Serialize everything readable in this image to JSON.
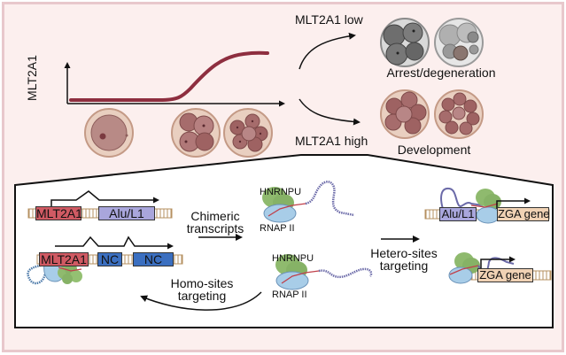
{
  "figure": {
    "domain": "graphical-abstract",
    "colors": {
      "frame_fill": "#fcefee",
      "frame_border": "#e8c8cc",
      "curve": "#8e2e3f",
      "mlt2a1_box": "#d05a63",
      "alu_l1_box": "#a9a6dc",
      "nc_box": "#3b6fc0",
      "zga_box": "#f0d2b4",
      "hnrnpu": "#8fba6e",
      "rnap2": "#a8cde8",
      "rna_strand": "#6b6aa8",
      "embryo_healthy": "#a86a6a",
      "embryo_arrested": "#7a7a7a"
    }
  },
  "top_panel": {
    "plot": {
      "ylabel": "MLT2A1",
      "trend": "low-then-sigmoid-rise"
    },
    "branch_low_label": "MLT2A1 low",
    "branch_high_label": "MLT2A1 high",
    "outcome_low_label": "Arrest/degeneration",
    "outcome_high_label": "Development",
    "stages": [
      "zygote",
      "4-cell",
      "8-cell"
    ]
  },
  "bottom_panel": {
    "construct1": {
      "genes": [
        "MLT2A1",
        "Alu/L1"
      ]
    },
    "construct2": {
      "genes": [
        "MLT2A1",
        "NC",
        "NC"
      ]
    },
    "chimeric_label_line1": "Chimeric",
    "chimeric_label_line2": "transcripts",
    "complex1": {
      "protein_top": "HNRNPU",
      "protein_bottom": "RNAP II"
    },
    "complex2": {
      "protein_top": "HNRNPU",
      "protein_bottom": "RNAP II"
    },
    "homo_label_line1": "Homo-sites",
    "homo_label_line2": "targeting",
    "hetero_label_line1": "Hetero-sites",
    "hetero_label_line2": "targeting",
    "target1": {
      "genes": [
        "Alu/L1",
        "ZGA gene"
      ]
    },
    "target2": {
      "genes": [
        "ZGA gene"
      ]
    }
  }
}
